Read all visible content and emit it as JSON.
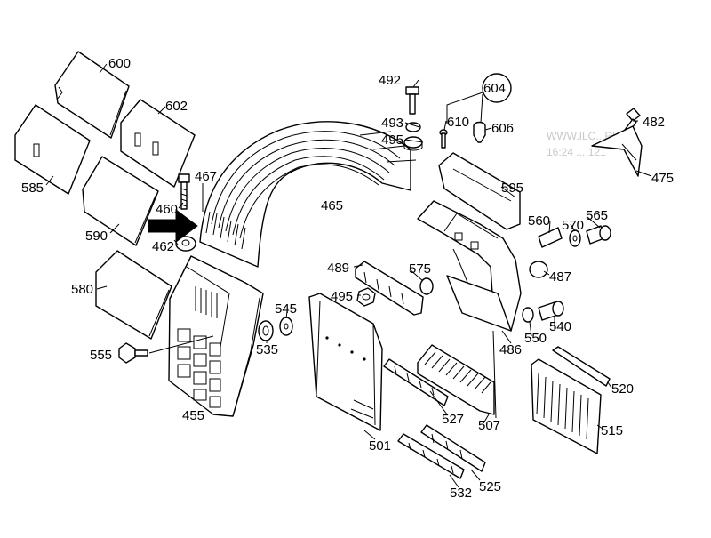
{
  "labels": {
    "l600": "600",
    "l602": "602",
    "l585": "585",
    "l590": "590",
    "l580": "580",
    "l555": "555",
    "l455": "455",
    "l460": "460",
    "l462": "462",
    "l467": "467",
    "l465": "465",
    "l492": "492",
    "l493": "493",
    "l495a": "495",
    "l610": "610",
    "l604": "604",
    "l606": "606",
    "l482": "482",
    "l475": "475",
    "l595": "595",
    "l560": "560",
    "l570": "570",
    "l565": "565",
    "l487": "487",
    "l489": "489",
    "l575": "575",
    "l495b": "495",
    "l545": "545",
    "l535": "535",
    "l486": "486",
    "l550": "550",
    "l540": "540",
    "l520": "520",
    "l515": "515",
    "l527": "527",
    "l507": "507",
    "l501": "501",
    "l525": "525",
    "l532": "532"
  },
  "watermark": {
    "line1": "WWW.ILC...RU",
    "line2": "16:24 ... 121"
  }
}
